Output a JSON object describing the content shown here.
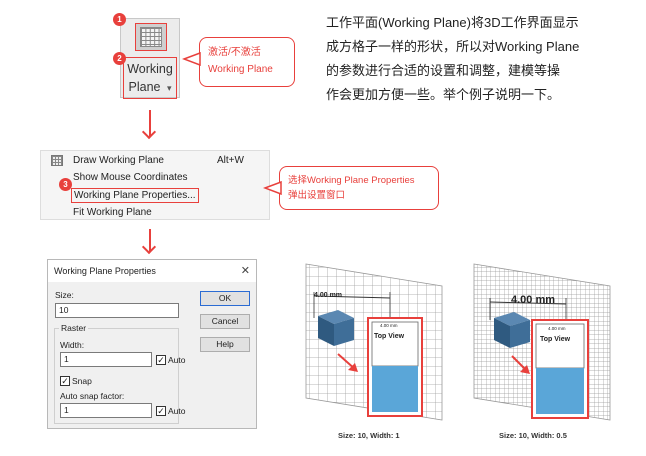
{
  "description": {
    "line1": "工作平面(Working Plane)将3D工作界面显示",
    "line2": "成方格子一样的形状，所以对Working Plane",
    "line3": "的参数进行合适的设置和调整，建模等操",
    "line4": "作会更加方便一些。举个例子说明一下。"
  },
  "toolbar_button": {
    "label_line1": "Working",
    "label_line2": "Plane",
    "dropdown_glyph": "▾"
  },
  "badges": {
    "one": "1",
    "two": "2",
    "three": "3"
  },
  "callout_toggle": {
    "line1": "激活/不激活",
    "line2": "Working Plane"
  },
  "callout_properties": {
    "line1": "选择Working Plane Properties",
    "line2": "弹出设置窗口"
  },
  "menu": {
    "items": [
      {
        "label": "Draw Working Plane",
        "shortcut": "Alt+W"
      },
      {
        "label": "Show Mouse Coordinates"
      },
      {
        "label": "Working Plane Properties..."
      },
      {
        "label": "Fit Working Plane"
      }
    ]
  },
  "dialog": {
    "title": "Working Plane Properties",
    "close_glyph": "✕",
    "size_label": "Size:",
    "size_value": "10",
    "ok": "OK",
    "cancel": "Cancel",
    "help": "Help",
    "raster_label": "Raster",
    "width_label": "Width:",
    "width_value": "1",
    "auto_label": "Auto",
    "snap_label": "Snap",
    "auto_snap_label": "Auto snap factor:",
    "auto_snap_value": "1",
    "auto2_label": "Auto",
    "check_glyph": "✓"
  },
  "views": {
    "left": {
      "dimension": "4.00 mm",
      "top_view_title": "Top View",
      "mini_dim": "4.00 mm",
      "caption": "Size: 10, Width: 1"
    },
    "right": {
      "dimension": "4.00 mm",
      "top_view_title": "Top View",
      "mini_dim": "4.00 mm",
      "caption": "Size: 10, Width: 0.5"
    }
  },
  "colors": {
    "accent": "#e8403c",
    "water": "#5aa6d8",
    "cube": "#3a6e9a"
  }
}
